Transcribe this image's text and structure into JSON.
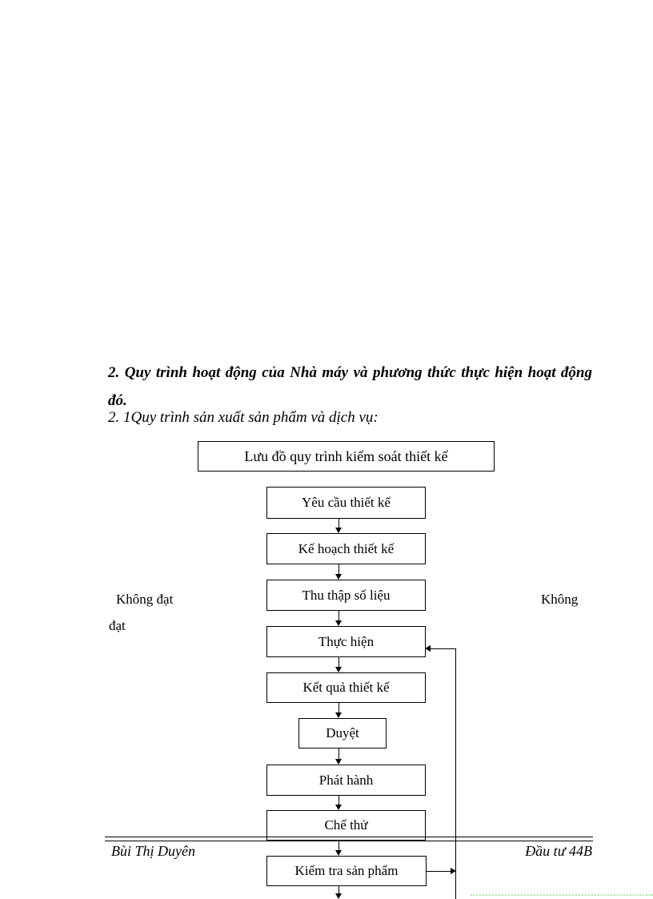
{
  "content": {
    "heading": "2. Quy trình hoạt động của Nhà máy và phương thức thực hiện hoạt động đó.",
    "subheading": "2. 1Quy trình sản xuất sản phẩm và dịch vụ:"
  },
  "flowchart": {
    "title": "Lưu đồ quy trình kiểm soát thiết kế",
    "boxes": [
      {
        "label": "Yêu cầu thiết kế"
      },
      {
        "label": "Kế hoạch thiết kế"
      },
      {
        "label": "Thu thập số liệu"
      },
      {
        "label": "Thực hiện"
      },
      {
        "label": "Kết quả thiết kế"
      },
      {
        "label": "Duyệt"
      },
      {
        "label": "Phát hành"
      },
      {
        "label": "Chế thử"
      },
      {
        "label": "Kiểm tra sản phẩm"
      }
    ],
    "labels": {
      "left_line1": "Không đạt",
      "left_line2": "đạt",
      "right": "Không"
    }
  },
  "footer": {
    "left": "Bùi Thị Duyên",
    "right": "Đầu tư 44B"
  }
}
